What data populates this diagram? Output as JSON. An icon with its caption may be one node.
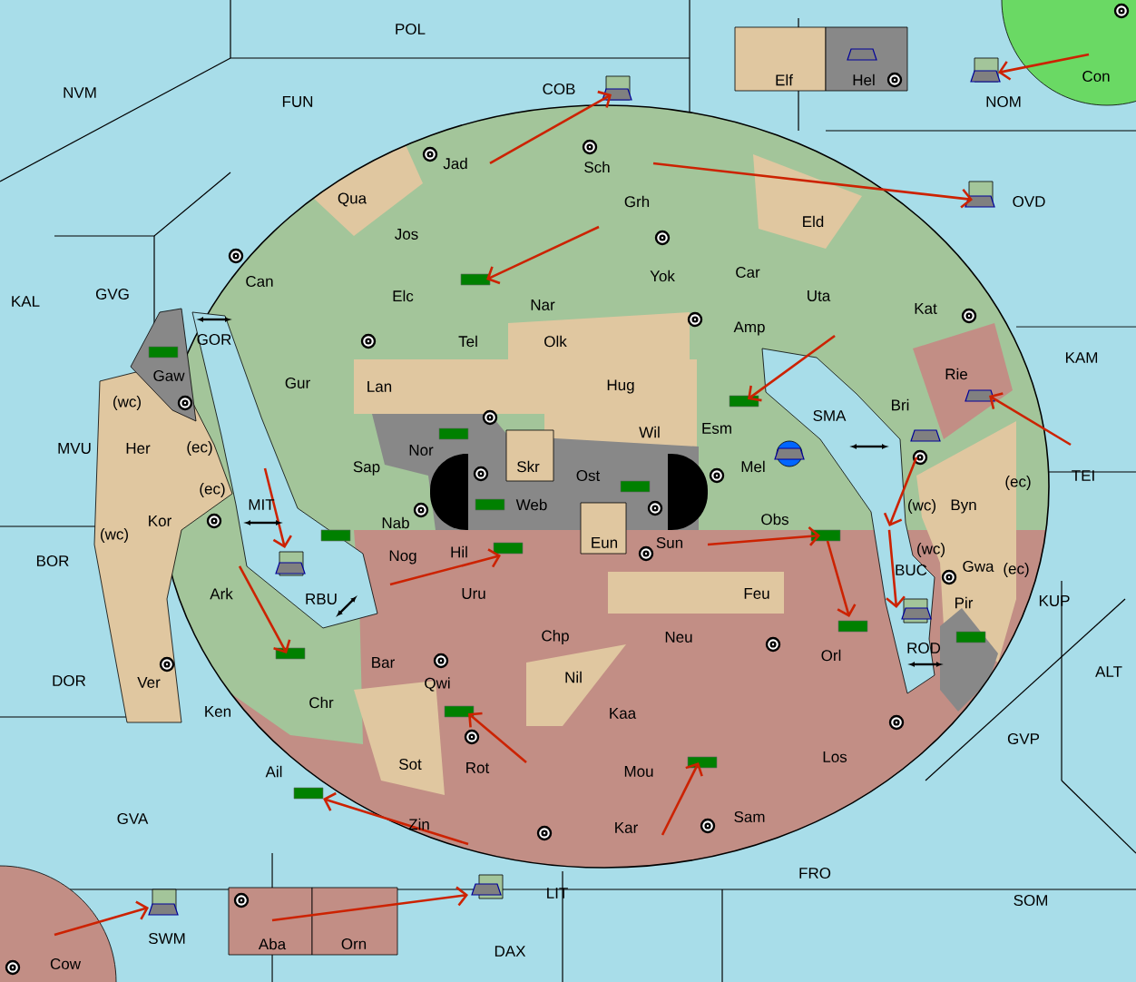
{
  "diagram": {
    "labels": [
      "POL",
      "Elf",
      "Hel",
      "Con",
      "NVM",
      "COB",
      "FUN",
      "NOM",
      "Jad",
      "Sch",
      "Qua",
      "Grh",
      "OVD",
      "Eld",
      "Jos",
      "Car",
      "Yok",
      "Can",
      "GVG",
      "Elc",
      "Uta",
      "KAL",
      "Nar",
      "Kat",
      "Amp",
      "GOR",
      "Tel",
      "Olk",
      "KAM",
      "Rie",
      "Gaw",
      "Gur",
      "Lan",
      "Hug",
      "(wc)",
      "Bri",
      "SMA",
      "Esm",
      "Wil",
      "Her",
      "(ec)",
      "MVU",
      "Nor",
      "Skr",
      "Mel",
      "Sap",
      "Ost",
      "TEI",
      "(ec)",
      "(ec)",
      "Web",
      "MIT",
      "Byn",
      "(wc)",
      "Obs",
      "Kor",
      "Nab",
      "(wc)",
      "Eun",
      "Sun",
      "(wc)",
      "Hil",
      "Nog",
      "BOR",
      "Gwa",
      "(ec)",
      "BUC",
      "Ark",
      "RBU",
      "Uru",
      "Feu",
      "KUP",
      "Pir",
      "Chp",
      "Neu",
      "ROD",
      "Orl",
      "Bar",
      "ALT",
      "Nil",
      "DOR",
      "Ver",
      "Qwi",
      "Chr",
      "Ken",
      "Kaa",
      "GVP",
      "Los",
      "Sot",
      "Rot",
      "Ail",
      "Mou",
      "Sam",
      "GVA",
      "Zin",
      "Kar",
      "FRO",
      "LIT",
      "SOM",
      "SWM",
      "Aba",
      "Orn",
      "DAX",
      "Cow"
    ]
  }
}
